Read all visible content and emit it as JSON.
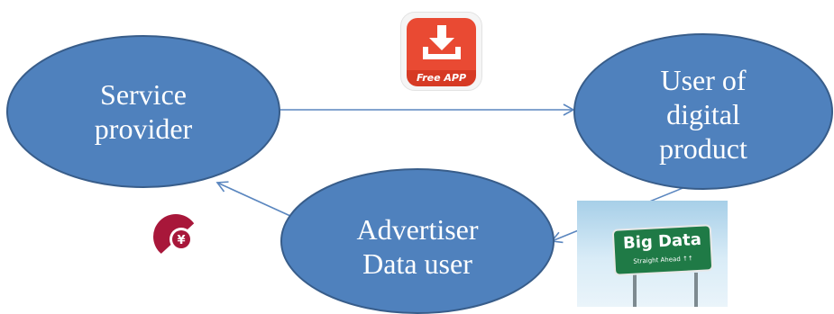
{
  "nodes": {
    "service_provider": {
      "lines": [
        "Service",
        "provider"
      ]
    },
    "user_of_product": {
      "lines": [
        "User of",
        "digital",
        "product"
      ]
    },
    "advertiser": {
      "lines": [
        "Advertiser",
        "Data user"
      ]
    }
  },
  "app_icon": {
    "label": "Free APP"
  },
  "bigdata_sign": {
    "title": "Big Data",
    "subtitle": "Straight Ahead ↑↑"
  },
  "colors": {
    "node_fill": "#4f81bd",
    "node_stroke": "#385d8a",
    "arrow": "#5a86bf",
    "yuan_icon": "#a8173a",
    "app_red": "#e94a33"
  },
  "icons": [
    "download-icon",
    "yuan-coin-icon",
    "big-data-road-sign-image"
  ]
}
